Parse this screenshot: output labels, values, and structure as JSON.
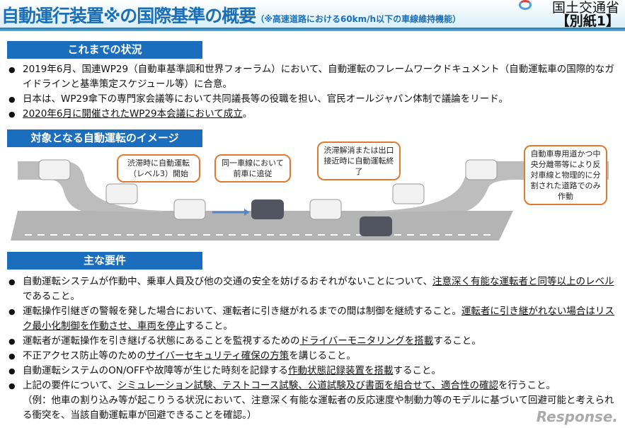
{
  "header": {
    "title": "自動運行装置※の国際基準の概要",
    "subtitle": "（※高速道路における60km/h以下の車線維持機能）",
    "ministry": "国土交通省",
    "annex": "【別紙1】"
  },
  "section1": {
    "heading": "これまでの状況",
    "items": [
      [
        {
          "t": "2019年6月、国連WP29（自動車基準調和世界フォーラム）において、自動運転のフレームワークドキュメント（自動運転車の国際的なガイドラインと基準策定スケジュール等）に合意。"
        }
      ],
      [
        {
          "t": "日本は、WP29傘下の専門家会議等において共同議長等の役職を担い、官民オールジャパン体制で議論をリード。"
        }
      ],
      [
        {
          "t": "2020年6月に開催されたWP29本会議において成立",
          "u": true
        },
        {
          "t": "。"
        }
      ]
    ]
  },
  "section2": {
    "heading": "対象となる自動運転のイメージ",
    "bubbles": [
      "渋滞時に自動運転（レベル3）開始",
      "同一車線において前車に追従",
      "渋滞解消または出口接近時に自動運転終了",
      "自動車専用道かつ中央分離帯等により反対車線と物理的に分割された道路でのみ作動"
    ]
  },
  "section3": {
    "heading": "主な要件",
    "items": [
      [
        {
          "t": "自動運転システムが作動中、乗車人員及び他の交通の安全を妨げるおそれがないことについて、"
        },
        {
          "t": "注意深く有能な運転者と同等以上のレベル",
          "u": true
        },
        {
          "t": "であること。"
        }
      ],
      [
        {
          "t": "運転操作引継ぎの警報を発した場合において、運転者に引き継がれるまでの間は制御を継続すること。"
        },
        {
          "t": "運転者に引き継がれない場合はリスク最小化制御を作動させ、車両を停止",
          "u": true
        },
        {
          "t": "すること。"
        }
      ],
      [
        {
          "t": "運転者が運転操作を引き継げる状態にあることを監視するための"
        },
        {
          "t": "ドライバーモニタリングを搭載",
          "u": true
        },
        {
          "t": "すること。"
        }
      ],
      [
        {
          "t": "不正アクセス防止等のための"
        },
        {
          "t": "サイバーセキュリティ確保の方策",
          "u": true
        },
        {
          "t": "を講じること。"
        }
      ],
      [
        {
          "t": "自動運転システムのON/OFFや故障等が生じた時刻を記録する"
        },
        {
          "t": "作動状態記録装置を搭載",
          "u": true
        },
        {
          "t": "すること。"
        }
      ],
      [
        {
          "t": "上記の要件について、"
        },
        {
          "t": "シミュレーション試験、テストコース試験、公道試験及び書面を組合せて、適合性の確認",
          "u": true
        },
        {
          "t": "を行うこと。"
        }
      ]
    ],
    "note": "（例：他車の割り込み等が起こりうる状況において、注意深く有能な運転者の反応速度や制動力等のモデルに基づいて回避可能と考えられる衝突を、当該自動運転車が回避できることを確認。）"
  },
  "watermark": "Response."
}
